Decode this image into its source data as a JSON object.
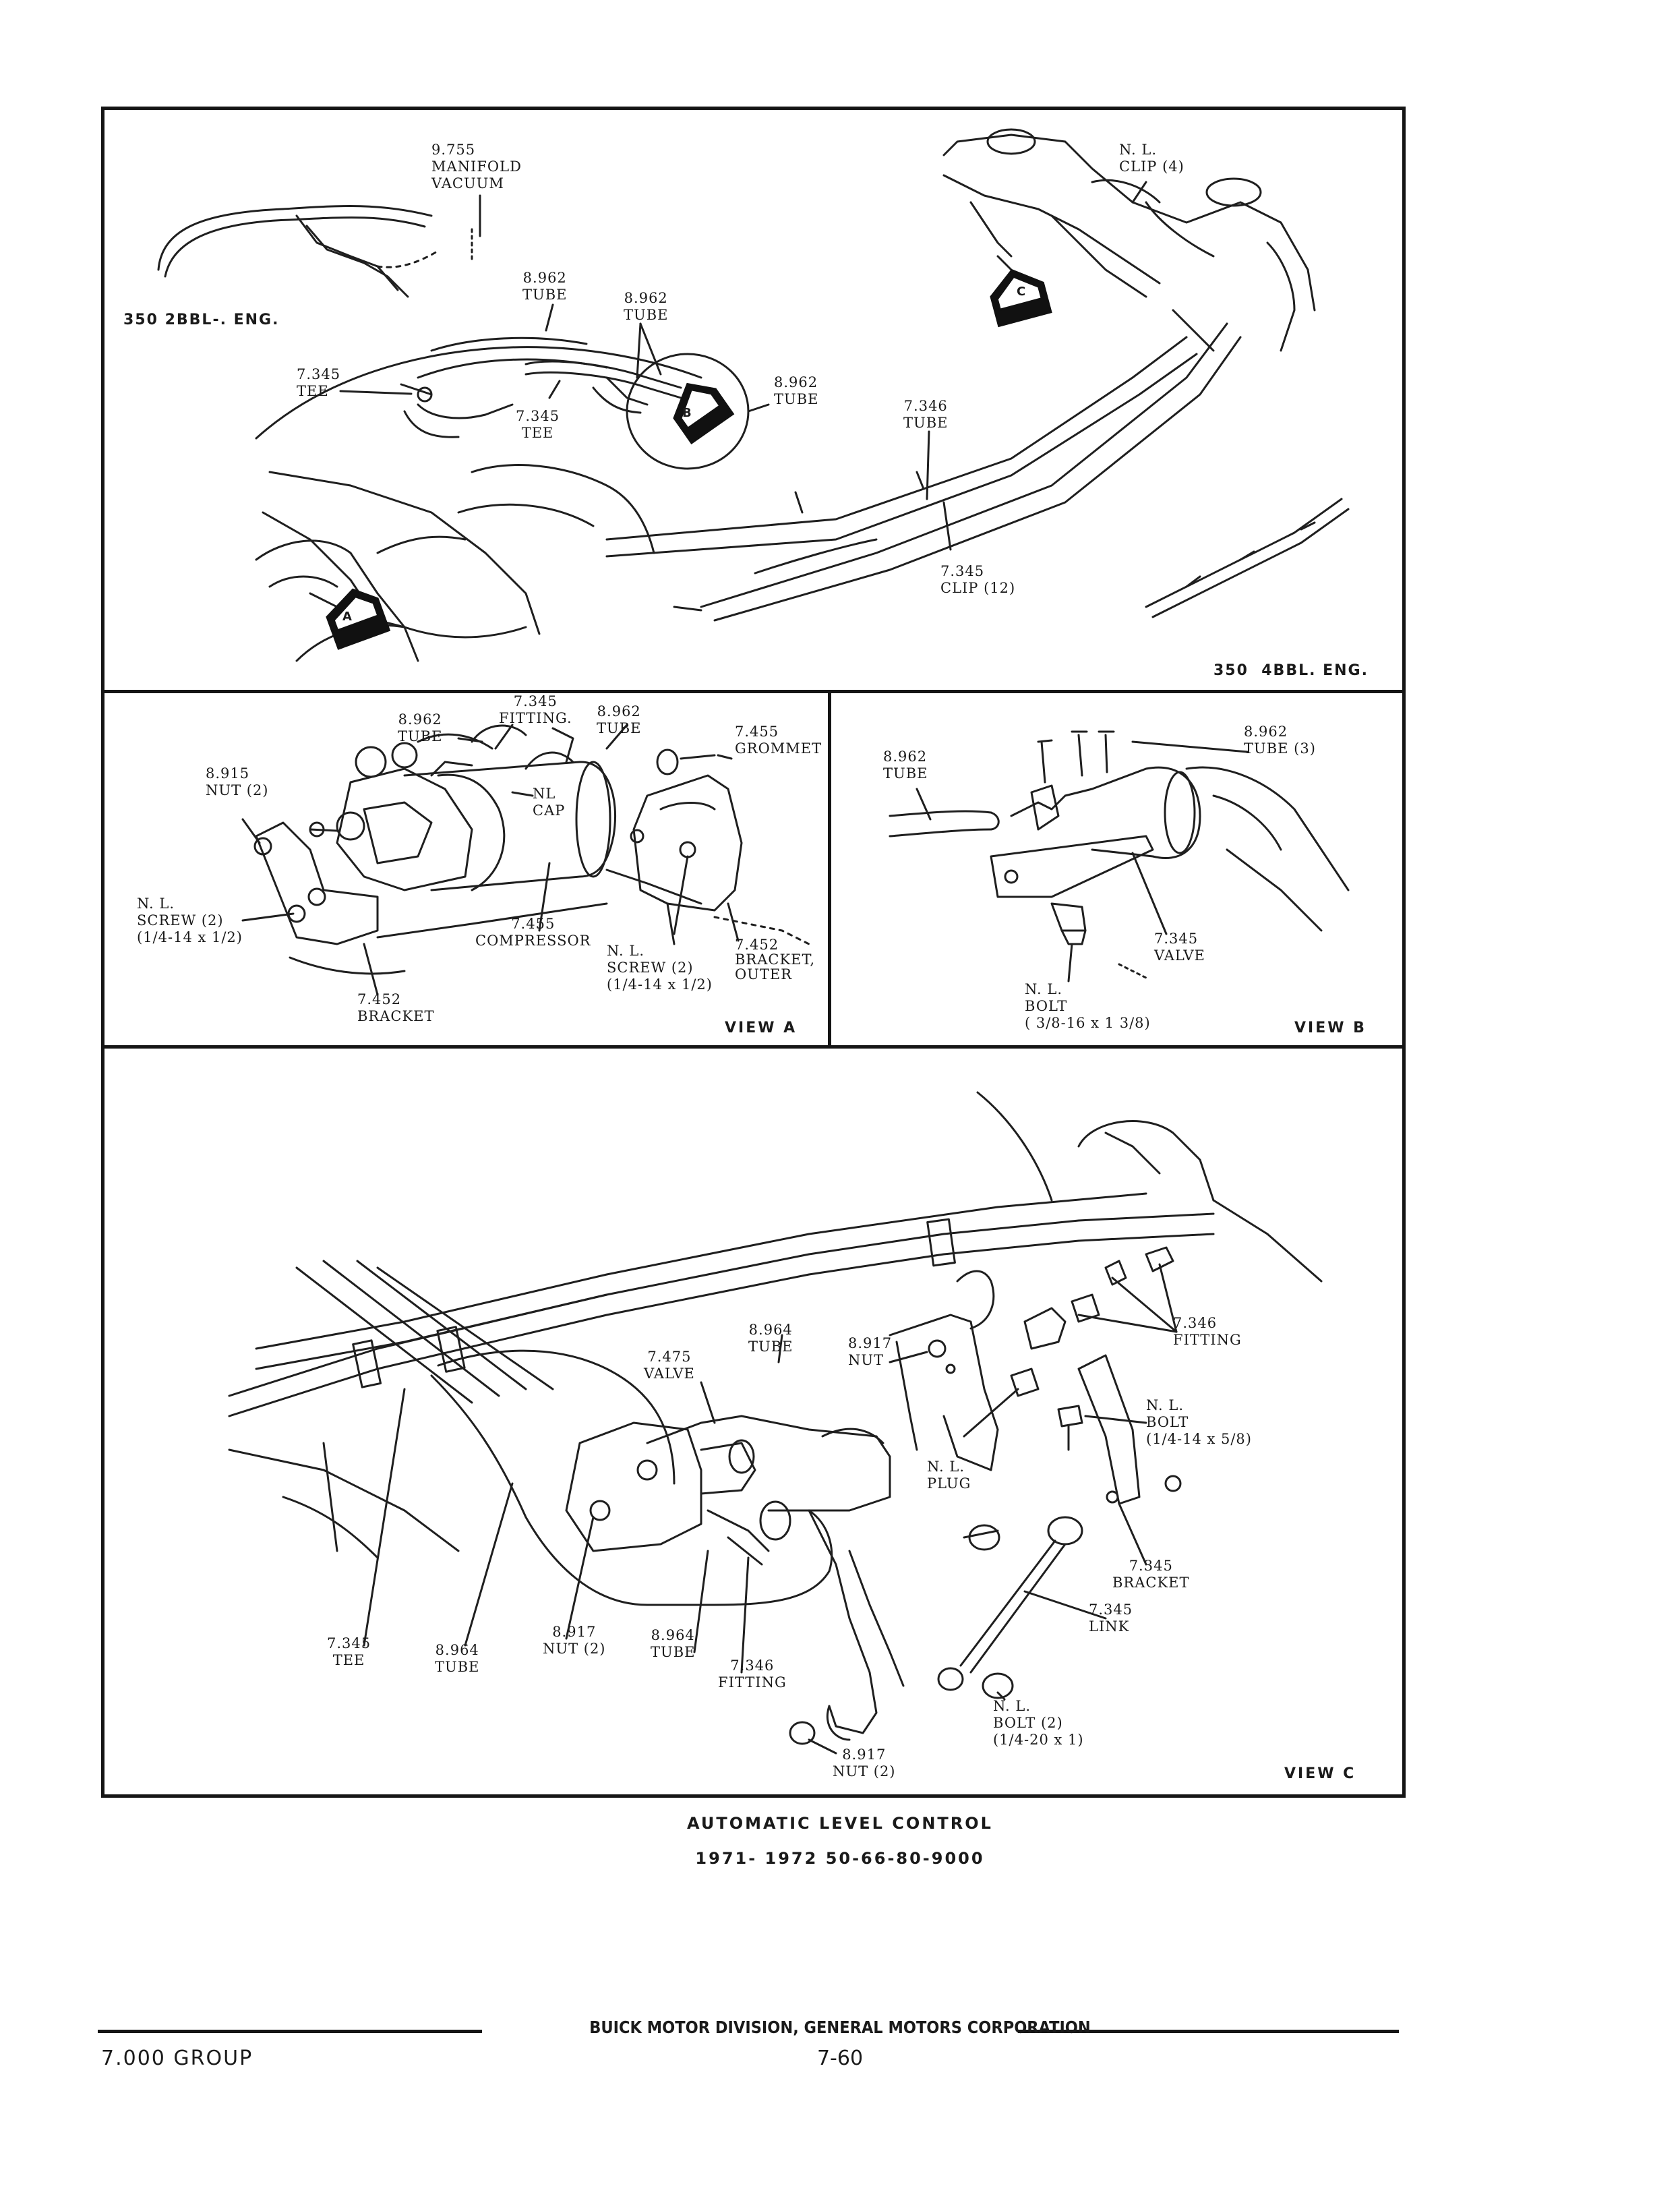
{
  "top_view": {
    "labels": {
      "manifold": "9.755\nMANIFOLD\nVACUUM",
      "nl_clip": "N. L.\nCLIP (4)",
      "engine_2bbl": "350 2BBL-. ENG.",
      "tube_left": "8.962\nTUBE",
      "tube_pair": "8.962\nTUBE",
      "tee_left": "7.345\nTEE",
      "tee_center": "7.345\nTEE",
      "tube_circle": "8.962\nTUBE",
      "tube_7346": "7.346\nTUBE",
      "clip_12": "7.345\nCLIP (12)",
      "engine_4bbl": "350  4BBL. ENG."
    },
    "markers": {
      "a": "A",
      "b": "B",
      "c": "C"
    }
  },
  "view_a": {
    "title": "VIEW A",
    "labels": {
      "tube_left": "8.962\nTUBE",
      "fitting": "7.345\nFITTING.",
      "tube_right": "8.962\nTUBE",
      "grommet": "7.455\nGROMMET",
      "nut": "8.915\nNUT (2)",
      "nl_cap": "NL\nCAP",
      "screw_left": "N. L.\nSCREW (2)\n(1/4-14 x 1/2)",
      "compressor": "7.455\nCOMPRESSOR",
      "screw_center": "N. L.\nSCREW (2)\n(1/4-14 x 1/2)",
      "bracket_outer": "7.452\nBRACKET,\nOUTER",
      "bracket": "7.452\nBRACKET"
    }
  },
  "view_b": {
    "title": "VIEW B",
    "labels": {
      "tube_3": "8.962\nTUBE (3)",
      "tube": "8.962\nTUBE",
      "valve": "7.345\nVALVE",
      "bolt": "N. L.\nBOLT\n( 3/8-16 x 1 3/8)"
    }
  },
  "view_c": {
    "title": "VIEW C",
    "labels": {
      "tube_top": "8.964\nTUBE",
      "nut_top": "8.917\nNUT",
      "valve": "7.475\nVALVE",
      "fitting_right": "7.346\nFITTING",
      "bolt_right": "N. L.\nBOLT\n(1/4-14 x 5/8)",
      "plug": "N. L.\nPLUG",
      "bracket": "7.345\nBRACKET",
      "link": "7.345\nLINK",
      "tee": "7.345\nTEE",
      "tube_left": "8.964\nTUBE",
      "nut_2": "8.917\nNUT (2)",
      "tube_center": "8.964\nTUBE",
      "fitting_center": "7.346\nFITTING",
      "bolt_bottom": "N. L.\nBOLT (2)\n(1/4-20 x 1)",
      "nut_bottom": "8.917\nNUT (2)"
    }
  },
  "caption": {
    "title": "AUTOMATIC LEVEL CONTROL",
    "subtitle": "1971- 1972 50-66-80-9000"
  },
  "footer": {
    "company": "BUICK MOTOR DIVISION, GENERAL MOTORS CORPORATION",
    "group": "7.000 GROUP",
    "page": "7-60"
  }
}
